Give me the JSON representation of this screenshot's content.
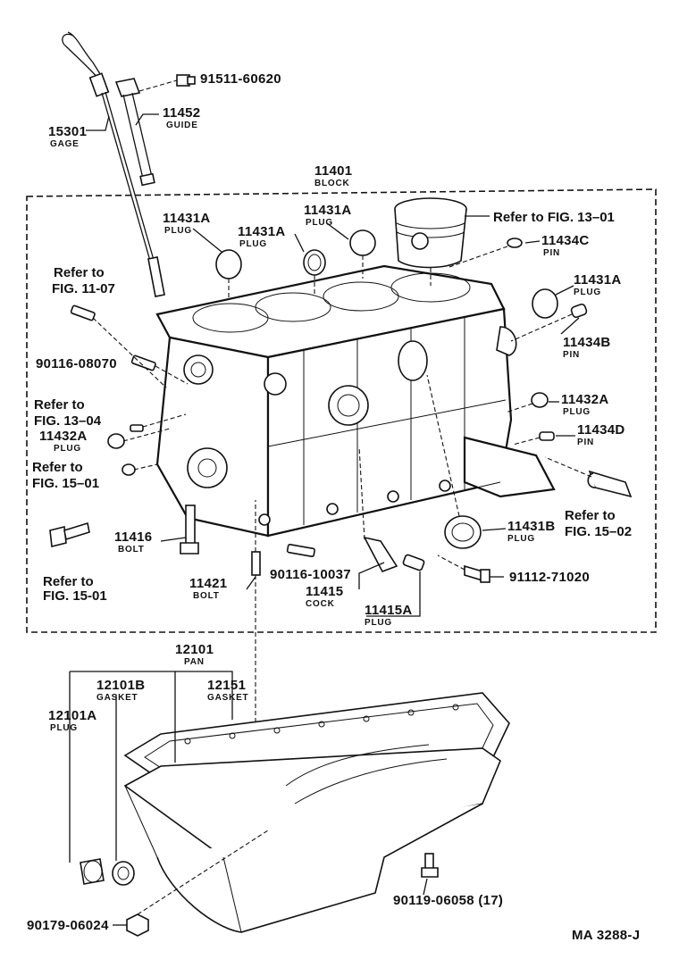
{
  "labels": {
    "gage": {
      "num": "15301",
      "name": "GAGE"
    },
    "bolt_91511": {
      "num": "91511-60620"
    },
    "guide": {
      "num": "11452",
      "name": "GUIDE"
    },
    "block": {
      "num": "11401",
      "name": "BLOCK"
    },
    "plug_11431a_1": {
      "num": "11431A",
      "name": "PLUG"
    },
    "plug_11431a_2": {
      "num": "11431A",
      "name": "PLUG"
    },
    "plug_11431a_3": {
      "num": "11431A",
      "name": "PLUG"
    },
    "plug_11431a_4": {
      "num": "11431A",
      "name": "PLUG"
    },
    "ref_fig_13_01": {
      "text": "Refer to FIG. 13–01"
    },
    "pin_11434c": {
      "num": "11434C",
      "name": "PIN"
    },
    "pin_11434b": {
      "num": "11434B",
      "name": "PIN"
    },
    "plug_11432a_right": {
      "num": "11432A",
      "name": "PLUG"
    },
    "pin_11434d": {
      "num": "11434D",
      "name": "PIN"
    },
    "ref_fig_15_02": {
      "line1": "Refer to",
      "line2": "FIG. 15–02"
    },
    "plug_11431b": {
      "num": "11431B",
      "name": "PLUG"
    },
    "bolt_91112": {
      "num": "91112-71020"
    },
    "plug_11415a": {
      "num": "11415A",
      "name": "PLUG"
    },
    "cock": {
      "num": "11415",
      "name": "COCK"
    },
    "stud_90116_10037": {
      "num": "90116-10037"
    },
    "bolt_11421": {
      "num": "11421",
      "name": "BOLT"
    },
    "bolt_11416": {
      "num": "11416",
      "name": "BOLT"
    },
    "ref_fig_15_01_bottom": {
      "line1": "Refer to",
      "line2": "FIG. 15-01"
    },
    "ref_fig_15_01_left": {
      "line1": "Refer to",
      "line2": "FIG. 15–01"
    },
    "plug_11432a_left": {
      "num": "11432A",
      "name": "PLUG"
    },
    "ref_fig_13_04": {
      "line1": "Refer to",
      "line2": "FIG. 13–04"
    },
    "stud_90116_08070": {
      "num": "90116-08070"
    },
    "ref_fig_11_07": {
      "line1": "Refer to",
      "line2": "FIG. 11-07"
    },
    "pan": {
      "num": "12101",
      "name": "PAN"
    },
    "gasket_12101b": {
      "num": "12101B",
      "name": "GASKET"
    },
    "gasket_12151": {
      "num": "12151",
      "name": "GASKET"
    },
    "plug_12101a": {
      "num": "12101A",
      "name": "PLUG"
    },
    "bolt_90119": {
      "num": "90119-06058 (17)"
    },
    "nut_90179": {
      "num": "90179-06024"
    },
    "catalog_code": {
      "text": "MA 3288-J"
    }
  }
}
